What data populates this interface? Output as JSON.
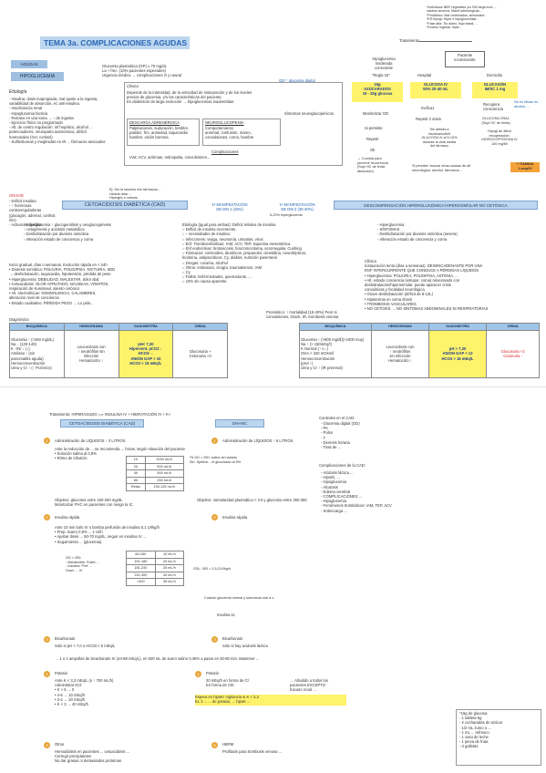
{
  "title": "TEMA 3a. COMPLICACIONES AGUDAS",
  "top_note": "*Individuos NBP vegetativo y/o DM larga evol, ...\nciadros severos. Manif adrenérgicas...\n*Pediátrico: Mal controlados, sintomatol...\n*ES:hipogl: Hiper e hipoglucemias...\n*Fase alta: Tto diario, flujo basal, ...\n*Exceso ingesta: hiper...",
  "tratamiento": "Tratamiento",
  "tabs": {
    "agudas": "AGUDAS",
    "hipoglucemia": "HIPOGLUCEMIA"
  },
  "hipo_def": "Glucemia plasmática (GP) ≤ 70 mg/dL\nLa + frec. (10% pacientes especiales)\nUrgencia médica → complicaciones O y neural",
  "gd": "GD⁺: glucemia digital",
  "etiologia_title": "Etiología",
  "etiologia": "- Insulina: dosis inapropiada, mal ajuste a la ingesta,\n  variabilidad de absorción, Ac anti-insulina.\n- Insuficiencia renal\n- Hipoglucemia facticia\n- Retraso en una toma → ↓ de ingesta\n- Ejercicio físico no programado\n- Alt. de centro regulación: inf hepático, alcohol ...\n  potenciadores, neuropatía autonómica, déficit\n  hormonales (GH, cortisol)\n- Sulfonilureas y meglinidas en IR ... fármacos asociados",
  "clinica_title": "Clínica",
  "clinica_text": "Depende de la intensidad, de la velocidad de instauración y de los niveles\nprevios de glucemia, y/o las características del paciente.\nEn diabéticos de larga evolución → hipoglucemias inadvertidas",
  "adrenerg_title": "DESCARGA ADRENÉRGICA",
  "adrenerg": "Palpitaciones, sudoración, temblor,\npalidez, frío, ansiedad, taquicardia\nhambre, visión borrosa",
  "neuro_title": "NEUROGLUCOPENIA",
  "neuro": "Comportamiento\nanormal, confusión, mareo,\nconvulsiones, coma, hambre",
  "compl_title": "Complicaciones",
  "compl": "IAM, ACV, arritmias, retinopatía, convulsiones...",
  "neuro_extra": "Síntomas neuroglucopénicos",
  "algo": {
    "hipoglucemia_moderada": "Hipoglucemia\nmoderada\nconsciente",
    "regla": "\"Regla 15\"",
    "paciente": "Paciente\ninconsciente",
    "hospital": "Hospital",
    "domicilio": "Domicilio",
    "suero": "15g\nAZÚCARADOS\n15 - 20g glucosa",
    "gluc_iv": "GLUCOSA IV\n50% 20-40 mL",
    "glucagon": "GLUCAGÓN\nIM/SC 1 mg",
    "monitor": "Monitorizar GD",
    "si_persiste": "Si persiste",
    "repetir": "Repetir",
    "ok": "Ok",
    "comida": "→ Comida para\nprevenir recurrencia\n(Supl HC de lenta\nabsorción)",
    "ineficaz": "Ineficaz",
    "repetir2": "Repetir 2 dosis",
    "recuperar": "Recupera\nconsciencia",
    "no_recupera": "No es eficaz en ...\nalcohol, ...",
    "sinef": "Sin debida a\ninsulina/sulfoñ\nGLUCOSA IV al 5-10%\ndurante la vida media\ndel fármaco",
    "oral": "GLUCOSA ORAL\n(Supl HC de lenta)",
    "hipogl_dificil": "Hipogl de difícil\nrecuperación:\nHIDROCORTISONA IV\n100 mg/6h",
    "persiste_final": "Si persiste: buscar otras causas de alt\nneurológica: alcohol, fármacos...",
    "tiamina": "+ TIAMINA\n1 amp/IV"
  },
  "cad": {
    "title": "CETOACIDOSIS DIABÉTICA (CAD)",
    "gravid": "GRAVID",
    "manif": "1ª MANIFESTACIÓN\nDE DM 1 (15%)",
    "def_left": "- Déficit insulina\n- ↑ hormonas contrarreguladoras\n  (glucagón, adrenal, cortisol, GH)\n- Activación lipólisis",
    "def_box": "Ej: Sin la insulina ni/o fármacos...\nclinical data ...\nHiperglic e cetosis",
    "fisio": "- Hiperglucemia ↑ glucogenólisis y neoglucogénesis\n  ↑ cetogénesis y acidosis metabólica\n- Deshidratación por diuresis osmótica\n- Alteración estado de conciencia y coma",
    "clinica": "Inicio gradual, días o semanas. Evolución rápida en < 24h\n• Diuresis osmótica: POLIURIA, POLIDIPSIA, NICTURIA, SED\n  → deshidratación, taquicardia, hipotensión, pérdida de peso\n• Hiperglucemia: DEBILIDAD, MALESTAR, dolor abd.\n• Cetoacidosis: OLOR AFRUTADO, NÁUSEAS, VÓMITOS,\n  respiración de Kussmaul, aliento cetónico\n• Alt. electrolíticas: SOMNOLENCIA, CALAMBRES,\n  alteración nivel de conciencia\n• Estado cualitativo: PÉRDIDA PESO → Lo pido...",
    "diag": "Diagnóstico"
  },
  "dhhnc": {
    "title": "DESCOMPENSACIÓN HIPERGLUCÉMICA HIPEROSMOLAR NO CETÓSICA",
    "manif": "1ª MANIFESTACIÓN\nDE DM 2 (30-40%)",
    "manif_sub": "5-20% hiperglucemia",
    "etiologia": "Etiología (Igual para ambas): Déficit relativo de insulina\n○ Déficit de insulina incremento\n○ ↑ necesidades de insulina:\n  ○ Infecciones: vejiga, neumonía, urinarias, virus\n  ○ Enf. Tromboembólicas: IAM, ACV, TEP, isquemia mesentérica\n  ○ Enf endocrinas: tirotoxicosis, feocromocitoma, acromegalia, Cushing\n  ○ Fármacos: corticoides, diuréticos, propanolol, cimetidina, neurolépticos,\n    fenitoína, antipsicóticos, Cy, diálisis, nutrición parenteral\n  ○ Drogas: cocaína, alcohol\n  ○ Otros: embarazo, cirugía, traumatismos, IAM\n  ○ Cy\n  ○ Fallos: Enfermedades, quemaduras, ...\n  ○ 10% sin causa aparente",
    "fisio": "- Hiperglucemia\n- SÍNTOMAS\n- Deshidratación por diuresis osmótica (severa)\n- Alteración estado de conciencia y coma",
    "clinica": "Clínica\nInstauración lenta (días a semanas). DESENCADENANTE POR UNA\nENF INTERCURRENTE QUE CONDUCE A PÉRDIDAS LÍQUIDOS\n• Hiperglucemia: POLIURIA, POLIDIPSIA, ASTENIA, ...\n• Alt. estado conciencia (estupor, coma) relacionado con\n  deshidratación/hiperosmolar, puede aparecer crisis\n  convulsivas y focalidad neurológica\n• Grave deshidratación (déficit de 8-12L)\n• Hipotermia en coma shock\n• TROMBOSIS VASCULARES\n• NO CETOSIS → NO SÍNTOMAS ABDOMINALES NI RESPIRATORIAS",
    "pronostico": "Pronóstico: ↑ mortalidad (15-40%) Peor si\nconvulsiones, shock, IR, trombosis venosa"
  },
  "table_headers": [
    "BIOQUÍMICA",
    "HEMOGRAMA",
    "GASOMETRÍA",
    "ORINA"
  ],
  "cad_table": {
    "bioq": "Glucemia ↑ (>250 mg/dL)\nNa ↓ (120-140)\nK ↑/N/ ↓ (↓)\nAmilasa ↑ (sin\npancreatitis aguda)\nHemoconcentración\nUrea y Cr ↑ (↑ Pcrónico)",
    "hemo": "Leucocitosis con\n↑ neutrófilos sin\ninfección\nHematocrito ↑",
    "gaso": "pH< 7,30\nHipervent. pCO2 ↓\nHCO3- ↓\nANION GAP > 10\nHCO3 < 18 mEq/L",
    "orina": "Glucosuria +\nCetonuria +3"
  },
  "dhh_table": {
    "bioq": "Glucemia ↑ (>600 mg/dl)(>1000 muy)\nNa ↑ (> 150mEq/l)\nK Normal (↑ o ↓)\nOsm > 320 mOsm/l\nHemoconcentración\n(prot ↑)\nUrea y Cr ↑ (IR prerenal)",
    "hemo": "Leucocitosis con\n↑ neutrófilos\nsin infección\nHematocrito ↑",
    "gaso": "pH > 7,30\nANION GAP < 12\nHCO3 > 18 mEq/L",
    "orina": "Glucosuria +3\nCetonuria -"
  },
  "bottom": {
    "trat_title": "Tratamiento: HIPERAGUDO ⟹ INSULINA IV + HIDRATACIÓN IV + K+",
    "cad_tab": "CETOACIDOSIS DIABÉTICA (CAD)",
    "dhhnc_tab": "DHHNC",
    "step1_l": "Administración de LÍQUIDOS ↑ 3 LITROS",
    "step1_r": "Administración de LÍQUIDOS ↑ 6 LITROS",
    "step1_l_txt": "Ante la reducción de ... se recomienda ... horas, según situación del paciente\n• Solución salina al 0,9%\n• Ritmo de infusión:",
    "rate_table": [
      [
        "1h",
        "1000 mL/h"
      ],
      [
        "2h",
        "500 mL/h"
      ],
      [
        "4h",
        "500 mL/h"
      ],
      [
        "8h",
        "250 mL/h"
      ],
      [
        "Resto",
        "100-125 mL/h"
      ]
    ],
    "rate_note": "*N GD > 250: salino sin lactato\nSin: Spellve... el glucosado al 5%",
    "obj_l": "Objetivo: glucemia entre 150-200 mg/dL\nMonitorizar PVC en pacientes con riesgo la IC",
    "obj_r": "Objetivo: osmolaridad plasmática < 3.0 y glucemia entre 250-300",
    "step2_l": "Insulina rápida",
    "step2_r": "Insulina rápida",
    "ins_txt": "Ante 10 min bolo IV o bomba perfusión de insulina 0,1 UI/kg/h\n• Prep: Suero 0,9% ... 1 UI/h\n• Ajustar dosis ... 50-70 mg/dL, seguir en insulina IV ...\n• Seguimiento ... (glucemia)",
    "ins_table": [
      [
        "60-150",
        "10 mL/h"
      ],
      [
        "151-180",
        "20 mL/h"
      ],
      [
        "181-240",
        "25 mL/h"
      ],
      [
        "241-300",
        "30 mL/h"
      ],
      [
        ">300",
        "35 mL/h"
      ]
    ],
    "ins_note": "GD < 250:\n- Mantenible: Pullet ...\n- Insulina: Pref ...\nGrad: ... IV",
    "iv_note": "GSL: 300 > 1,5-2UI/kg/h",
    "obj2": "Cuando glucemia normal y tolerancia oral a c...",
    "ins_sc": "Insulina sc",
    "step3_l": "Bicarbonato",
    "step3_l_txt": "Solo si pH < 7,0 o HCO3 < 5 mEq/L",
    "step3_r": "Bicarbonato",
    "step3_r_txt": "Solo si hay acidosis láctica",
    "bicarb_txt": "→ 1 o 2 ampollas de bicarbonato IV (44-88 mEq/L), en 500 mL de suero salino 0,45% a pasar en 30-60 min. Mantener ...",
    "step4_l": "Potasio",
    "step4_l_txt": "Ante K < 3,3 mEq/L (o ↑ 700 mL/h)\nAdministrar KCl:\n• K > 5  → 0\n• 4-5   → 10 mEq/h\n• 3-4   → 20 mEq/h\n• K < 3 → 40 mEq/h",
    "step4_r": "Potasio",
    "step4_r_txt": "20 mEq/h en forma de Cl⁻\nEn forma de CIK",
    "pot_note": "→ Añadido a todos los\npacientes EXCEPTO\nfracaso renal ...",
    "pot_yellow": "Espera en hipoK! Vigilancia si K < 3,3\nEL 3 ... ... de potasio, ... hipoK ...",
    "step5_l": "Otros",
    "step5_l_txt": "Hemodiálisis en pacientes ... cetoacidosis ...\nCorregir precipitantes\nNo dar grasas ni demasiados proteínas",
    "step5_r": "HBPM",
    "step5_r_txt": "Profilaxis para trombosis venosa ...",
    "cad_compl_title": "Complicaciones de la CAD:",
    "cad_compl": "- Acidosis láctica ...\n- Hipo/K, ...\n- Hipoglucemia\n- Alcalosis\n- Edema cerebral\n- COMPLICACIONES ...\n- Hipoglucemia\n- Fenómenos trombóticos: IAM, TEP, ACV\n- Sobrecarga ...",
    "controles_title": "Controles en el CAD:",
    "controles": "- Glucemia digital (GD)\n- PA\n- Pulso\n- T\n- Diuresis horaria\n- Tiras de ...",
    "hc_note": "*15g de glucosa:\n- 1 tableta 5g\n- 2 cucharadas de azúcar\n- 1/2 mL zumo o ...\n- 1 mL ... refresco\n- 1 vaso de leche\n- 1 pieza de fruta\n- 3 galletas"
  }
}
